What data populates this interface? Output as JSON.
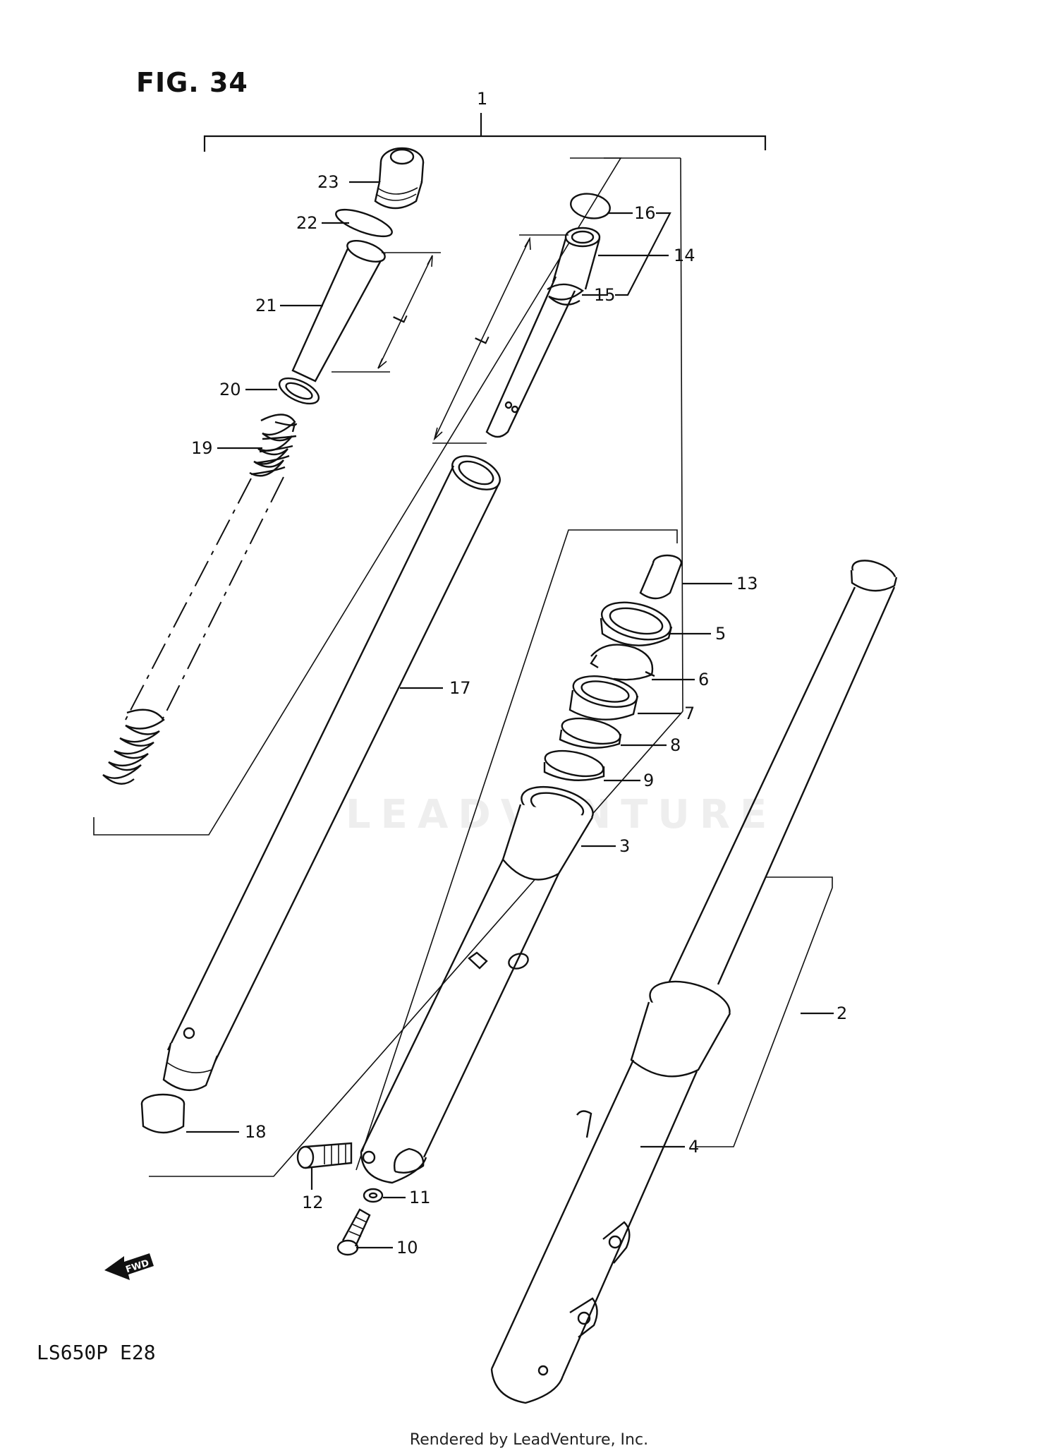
{
  "figure": {
    "title": "FIG. 34",
    "model": "LS650P  E28"
  },
  "footer": "Rendered by LeadVenture, Inc.",
  "watermark": "LEADVENTURE",
  "fwd_label": "FWD",
  "dimension_label": "L",
  "callouts": {
    "c1": "1",
    "c2": "2",
    "c3": "3",
    "c4": "4",
    "c5": "5",
    "c6": "6",
    "c7": "7",
    "c8": "8",
    "c9": "9",
    "c10": "10",
    "c11": "11",
    "c12": "12",
    "c13": "13",
    "c14": "14",
    "c15": "15",
    "c16": "16",
    "c17": "17",
    "c18": "18",
    "c19": "19",
    "c20": "20",
    "c21": "21",
    "c22": "22",
    "c23": "23"
  }
}
